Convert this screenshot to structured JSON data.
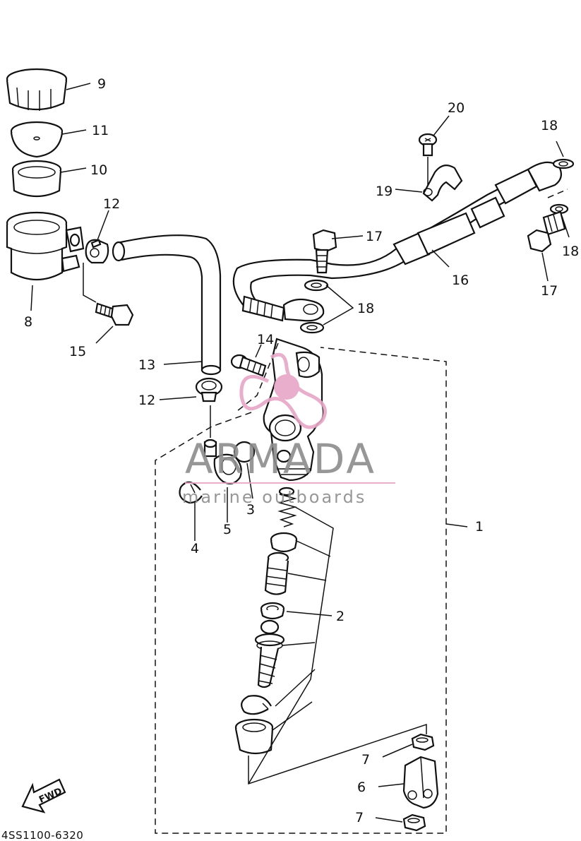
{
  "labels": {
    "p1": "1",
    "p2": "2",
    "p3": "3",
    "p4": "4",
    "p5": "5",
    "p6": "6",
    "p7a": "7",
    "p7b": "7",
    "p8": "8",
    "p9": "9",
    "p10": "10",
    "p11": "11",
    "p12a": "12",
    "p12b": "12",
    "p13": "13",
    "p14": "14",
    "p15": "15",
    "p16": "16",
    "p17a": "17",
    "p17b": "17",
    "p18a": "18",
    "p18b": "18",
    "p18c": "18",
    "p19": "19",
    "p20": "20"
  },
  "watermark": {
    "title": "ARMADA",
    "subtitle": "marine outboards"
  },
  "diagram_code": "4SS1100-6320",
  "fwd_label": "FWD",
  "colors": {
    "ink": "#111111",
    "watermark_gray": "#8c8c8c",
    "watermark_pink": "#e7a6c6"
  }
}
